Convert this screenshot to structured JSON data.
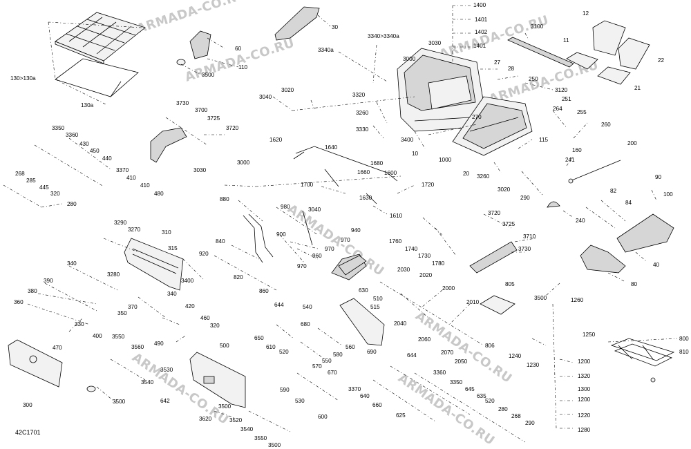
{
  "diagram_code": "42C1701",
  "watermark": "ARMADA-CO.RU",
  "parts": {
    "p1400": "1400",
    "p1401a": "1401",
    "p1402": "1402",
    "p1401b": "1401",
    "p30": "30",
    "p60": "60",
    "p110": "110",
    "p3500a": "3500",
    "p3100": "3100",
    "p12": "12",
    "p11": "11",
    "p22": "22",
    "p21": "21",
    "p130_130a": "130>130a",
    "p130a": "130a",
    "p3340_3340a": "3340>3340a",
    "p3340a": "3340a",
    "p3030a": "3030",
    "p3000a": "3000",
    "p27": "27",
    "p28": "28",
    "p250": "250",
    "p3120": "3120",
    "p251": "251",
    "p264": "264",
    "p255": "255",
    "p260": "260",
    "p3040a": "3040",
    "p3020a": "3020",
    "p3320": "3320",
    "p3260a": "3260",
    "p3330": "3330",
    "p3400a": "3400",
    "p270": "270",
    "p10": "10",
    "p1000": "1000",
    "p115": "115",
    "p20": "20",
    "p160": "160",
    "p200": "200",
    "p241": "241",
    "p3260b": "3260",
    "p3020b": "3020",
    "p290a": "290",
    "p3730a": "3730",
    "p3700": "3700",
    "p3725a": "3725",
    "p3720a": "3720",
    "p3350a": "3350",
    "p3360a": "3360",
    "p430": "430",
    "p450": "450",
    "p440": "440",
    "p3370a": "3370",
    "p410a": "410",
    "p410b": "410",
    "p480": "480",
    "p268a": "268",
    "p285": "285",
    "p445": "445",
    "p320a": "320",
    "p280a": "280",
    "p1620": "1620",
    "p1640": "1640",
    "p1680": "1680",
    "p1660": "1660",
    "p1600": "1600",
    "p1700": "1700",
    "p3000b": "3000",
    "p3030b": "3030",
    "p1630": "1630",
    "p1720": "1720",
    "p1610": "1610",
    "p90": "90",
    "p100": "100",
    "p82": "82",
    "p84": "84",
    "p240": "240",
    "p880": "880",
    "p980": "980",
    "p3040b": "3040",
    "p940": "940",
    "p900": "900",
    "p970a": "970",
    "p840": "840",
    "p970b": "970",
    "p960": "960",
    "p920": "920",
    "p970c": "970",
    "p820": "820",
    "p860": "860",
    "p3290": "3290",
    "p3270": "3270",
    "p310": "310",
    "p315": "315",
    "p3280": "3280",
    "p3400b": "3400",
    "p3720b": "3720",
    "p3725b": "3725",
    "p3710": "3710",
    "p1760": "1760",
    "p1740": "1740",
    "p1730": "1730",
    "p3730b": "3730",
    "p1780": "1780",
    "p40": "40",
    "p80": "80",
    "p340a": "340",
    "p390": "390",
    "p380": "380",
    "p360": "360",
    "p370": "370",
    "p350": "350",
    "p330": "330",
    "p340b": "340",
    "p420": "420",
    "p400": "400",
    "p460": "460",
    "p320b": "320",
    "p490": "490",
    "p470": "470",
    "p2030": "2030",
    "p2020": "2020",
    "p2000": "2000",
    "p805": "805",
    "p3500b": "3500",
    "p1260": "1260",
    "p630": "630",
    "p510": "510",
    "p515": "515",
    "p540": "540",
    "p644a": "644",
    "p680": "680",
    "p560": "560",
    "p690": "690",
    "p650": "650",
    "p610": "610",
    "p520a": "520",
    "p580": "580",
    "p550": "550",
    "p570": "570",
    "p2040": "2040",
    "p2010": "2010",
    "p2060": "2060",
    "p2070": "2070",
    "p2050": "2050",
    "p806": "806",
    "p1250": "1250",
    "p1240": "1240",
    "p1230": "1230",
    "p1200a": "1200",
    "p1320": "1320",
    "p1300": "1300",
    "p1200b": "1200",
    "p1220": "1220",
    "p1280": "1280",
    "p800": "800",
    "p810": "810",
    "p300": "300",
    "p3500c": "3500",
    "p3550a": "3550",
    "p3560": "3560",
    "p3540a": "3540",
    "p3530": "3530",
    "p500": "500",
    "p642": "642",
    "p3500d": "3500",
    "p3620": "3620",
    "p3520": "3520",
    "p3540b": "3540",
    "p3550b": "3550",
    "p3500e": "3500",
    "p644b": "644",
    "p670": "670",
    "p590": "590",
    "p530": "530",
    "p600": "600",
    "p3370b": "3370",
    "p640": "640",
    "p660": "660",
    "p3360b": "3360",
    "p3350b": "3350",
    "p645": "645",
    "p635": "635",
    "p625": "625",
    "p520b": "520",
    "p280b": "280",
    "p268b": "268",
    "p290b": "290"
  }
}
